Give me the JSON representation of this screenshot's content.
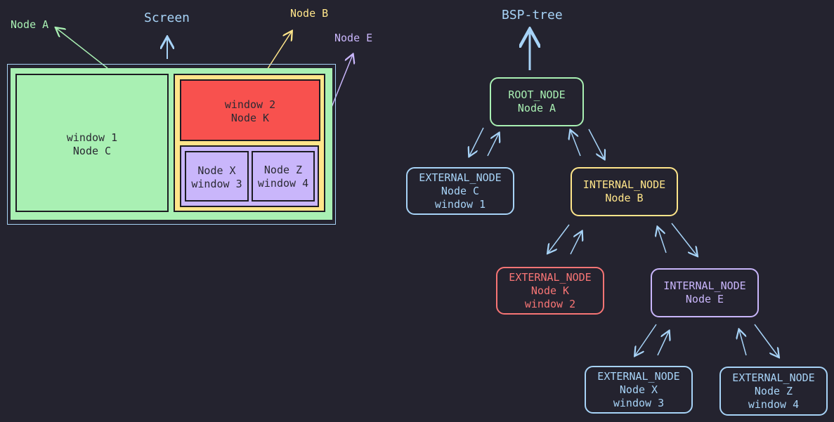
{
  "colors": {
    "background": "#24232f",
    "green": "#a9f0b3",
    "yellow": "#ffe58a",
    "red": "#f8514e",
    "purple": "#c9b6fb",
    "blue": "#a7d3f7",
    "light_blue_text": "#a7d3f7"
  },
  "screen": {
    "title": "Screen",
    "labels": {
      "node_a": "Node A",
      "node_b": "Node B",
      "node_e": "Node E"
    },
    "windows": {
      "w1": {
        "line1": "window 1",
        "line2": "Node C"
      },
      "w2": {
        "line1": "window 2",
        "line2": "Node K"
      },
      "w3": {
        "line1": "Node X",
        "line2": "window 3"
      },
      "w4": {
        "line1": "Node Z",
        "line2": "window 4"
      }
    }
  },
  "tree": {
    "title": "BSP-tree",
    "nodes": {
      "root": {
        "line1": "ROOT_NODE",
        "line2": "Node A"
      },
      "c": {
        "line1": "EXTERNAL_NODE",
        "line2": "Node C",
        "line3": "window 1"
      },
      "b": {
        "line1": "INTERNAL_NODE",
        "line2": "Node B"
      },
      "k": {
        "line1": "EXTERNAL_NODE",
        "line2": "Node K",
        "line3": "window 2"
      },
      "e": {
        "line1": "INTERNAL_NODE",
        "line2": "Node E"
      },
      "x": {
        "line1": "EXTERNAL_NODE",
        "line2": "Node X",
        "line3": "window 3"
      },
      "z": {
        "line1": "EXTERNAL_NODE",
        "line2": "Node Z",
        "line3": "window 4"
      }
    }
  }
}
